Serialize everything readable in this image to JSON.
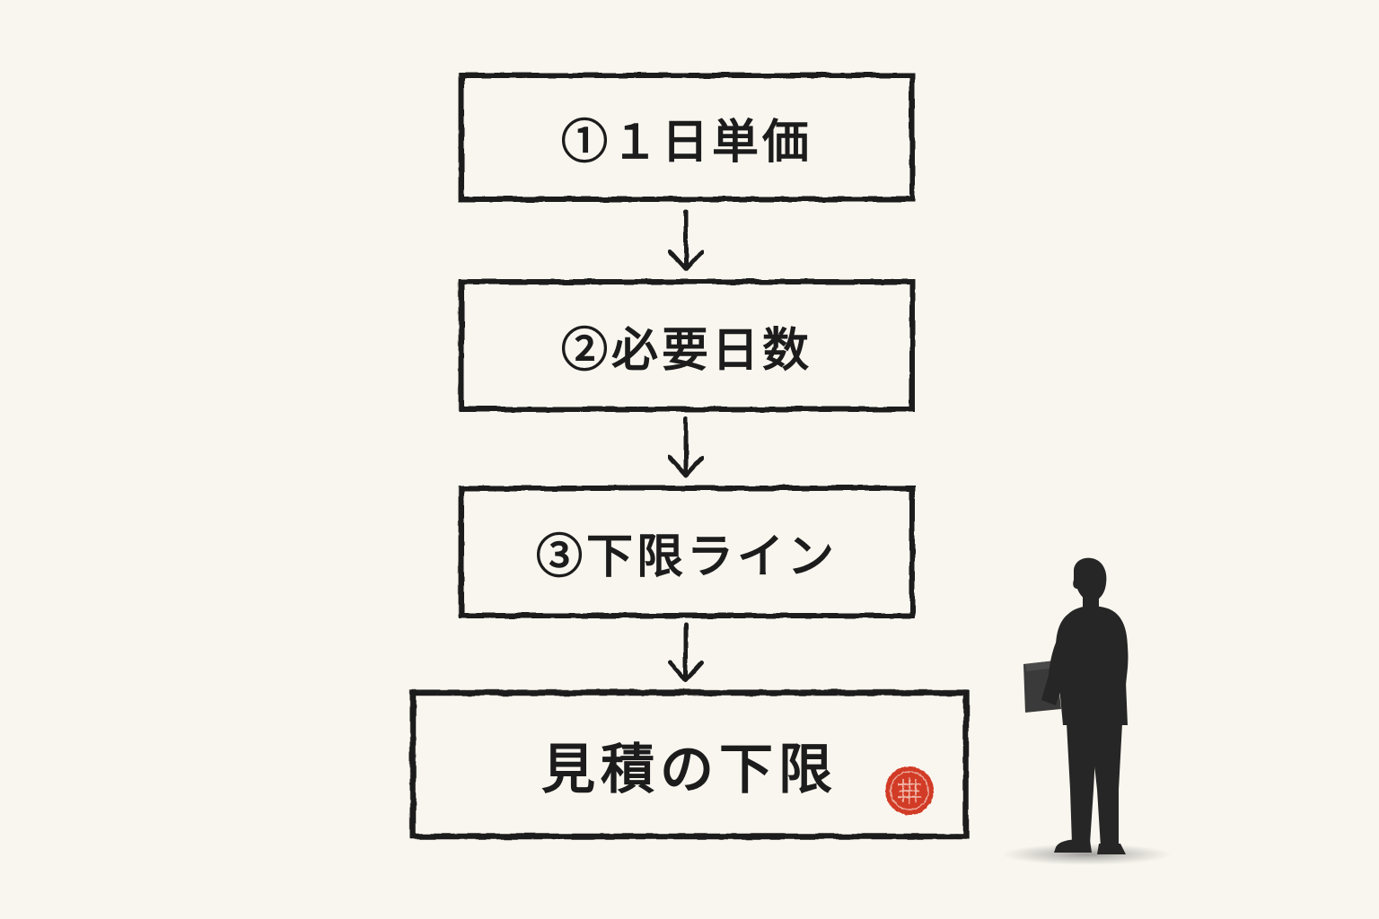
{
  "diagram": {
    "steps": [
      {
        "label": "①１日単価"
      },
      {
        "label": "②必要日数"
      },
      {
        "label": "③下限ライン"
      }
    ],
    "result": {
      "label": "見積の下限"
    }
  },
  "colors": {
    "background": "#f9f6ef",
    "ink": "#1f1f1f",
    "seal": "#d23a25"
  },
  "decorations": {
    "seal_icon": "red-seal-stamp",
    "figure_icon": "standing-person-silhouette"
  }
}
